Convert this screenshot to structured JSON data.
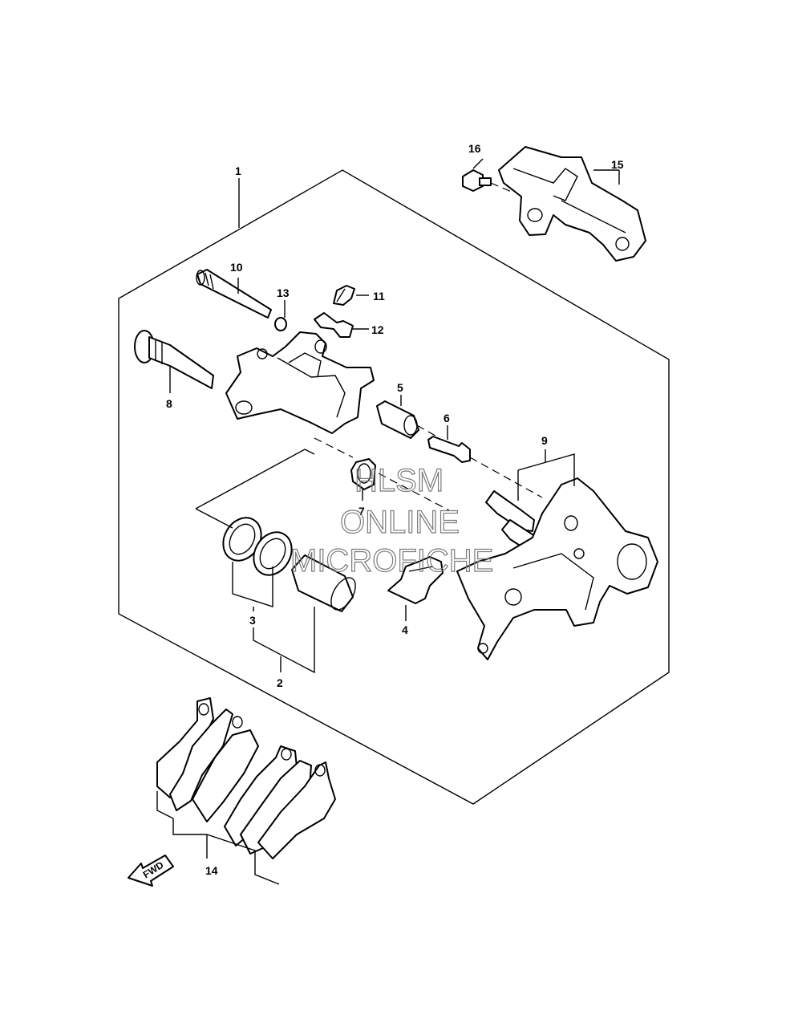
{
  "callouts": {
    "c1": "1",
    "c2": "2",
    "c3": "3",
    "c4": "4",
    "c5": "5",
    "c6": "6",
    "c7": "7",
    "c8": "8",
    "c9": "9",
    "c10": "10",
    "c11": "11",
    "c12": "12",
    "c13": "13",
    "c14": "14",
    "c15": "15",
    "c16": "16"
  },
  "direction_arrow": {
    "label": "FWD"
  },
  "watermark": {
    "line1": "HLSM",
    "line2": "ONLINE",
    "line3": "MICROFICHE"
  }
}
